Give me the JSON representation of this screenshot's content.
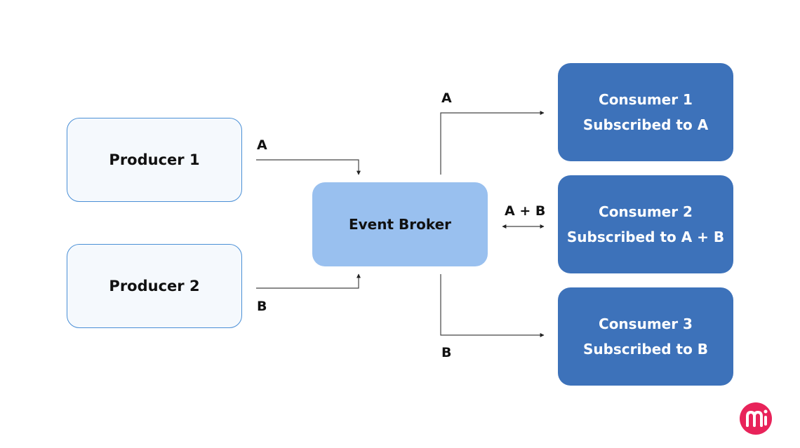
{
  "producers": [
    {
      "label": "Producer 1"
    },
    {
      "label": "Producer 2"
    }
  ],
  "broker": {
    "label": "Event Broker"
  },
  "consumers": [
    {
      "name": "Consumer 1",
      "subscription": "Subscribed to A"
    },
    {
      "name": "Consumer 2",
      "subscription": "Subscribed to A + B"
    },
    {
      "name": "Consumer 3",
      "subscription": "Subscribed to B"
    }
  ],
  "edge_labels": {
    "producer1_event": "A",
    "producer2_event": "B",
    "consumer1_event": "A",
    "consumer2_event": "A + B",
    "consumer3_event": "B"
  },
  "colors": {
    "producer_border": "#4a8fd6",
    "producer_fill": "#f5f9fd",
    "broker_fill": "#99c0ef",
    "consumer_fill": "#3d72ba",
    "logo": "#e8235a"
  },
  "logo": {
    "icon": "brand-logo-icon"
  }
}
